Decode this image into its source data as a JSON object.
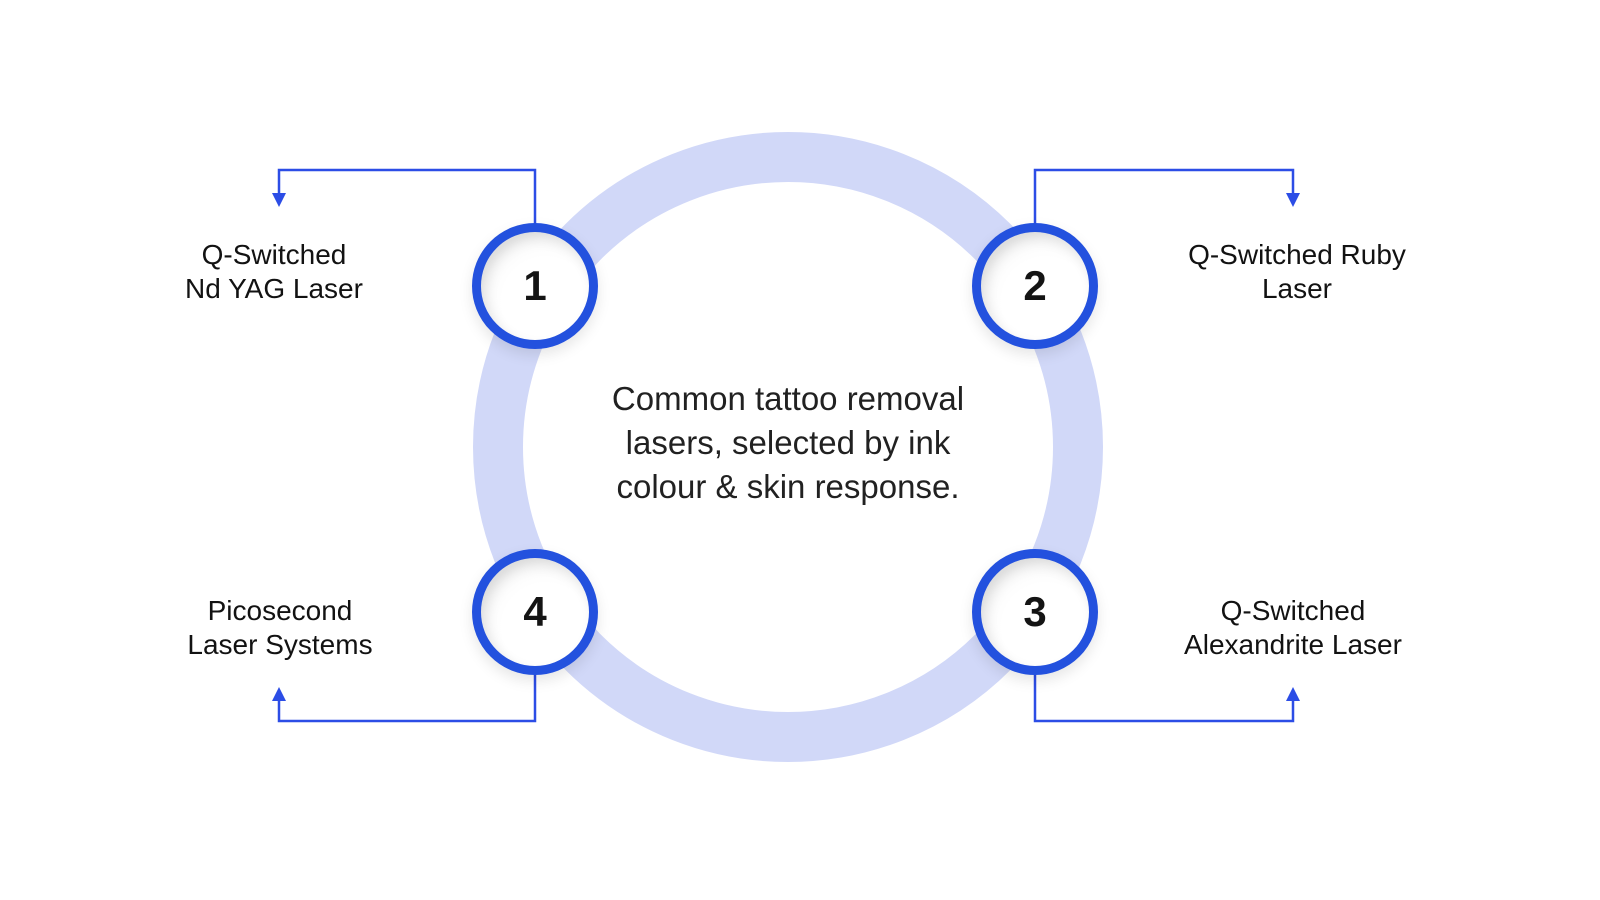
{
  "diagram": {
    "center_text": {
      "line1": "Common tattoo removal",
      "line2": "lasers, selected by ink",
      "line3": "colour & skin response."
    },
    "nodes": [
      {
        "number": "1",
        "position": "top-left",
        "label_line1": "Q-Switched",
        "label_line2": "Nd YAG Laser"
      },
      {
        "number": "2",
        "position": "top-right",
        "label_line1": "Q-Switched Ruby",
        "label_line2": "Laser"
      },
      {
        "number": "3",
        "position": "bottom-right",
        "label_line1": "Q-Switched",
        "label_line2": "Alexandrite Laser"
      },
      {
        "number": "4",
        "position": "bottom-left",
        "label_line1": "Picosecond",
        "label_line2": "Laser Systems"
      }
    ],
    "colors": {
      "background": "#ffffff",
      "ring": "#d1d8f8",
      "node_border": "#2351de",
      "node_fill": "#ffffff",
      "connector": "#2c4de6",
      "label_text": "#121212",
      "center_text": "#212121",
      "number_text": "#141414"
    }
  }
}
